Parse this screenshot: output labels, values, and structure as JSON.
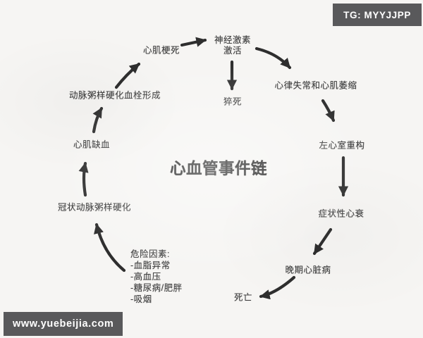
{
  "watermarks": {
    "top_right": "TG: MYYJJPP",
    "bottom_left": "www.yuebeijia.com"
  },
  "diagram": {
    "title": "心血管事件链",
    "nodes": {
      "myocardial_infarction": "心肌梗死",
      "neurohormonal_activation_line1": "神经激素",
      "neurohormonal_activation_line2": "激活",
      "sudden_death": "猝死",
      "arrhythmia_and_atrophy": "心律失常和心肌萎缩",
      "left_ventricular_remodeling": "左心室重构",
      "symptomatic_heart_failure": "症状性心衰",
      "late_stage_heart_disease": "晚期心脏病",
      "death": "死亡",
      "atherothrombosis": "动脉粥样硬化血栓形成",
      "myocardial_ischemia": "心肌缺血",
      "coronary_atherosclerosis": "冠状动脉粥样硬化"
    },
    "risk_factors": {
      "heading": "危险因素:",
      "items": [
        "-血脂异常",
        "-高血压",
        "-糖尿病/肥胖",
        "-吸烟"
      ]
    },
    "colors": {
      "background": "#f6f5f3",
      "arrow": "#2e2e2e",
      "node_text": "#3e3e3e",
      "title_text": "#1e1e1e",
      "badge_background": "#59595b",
      "badge_text": "#ffffff"
    }
  }
}
